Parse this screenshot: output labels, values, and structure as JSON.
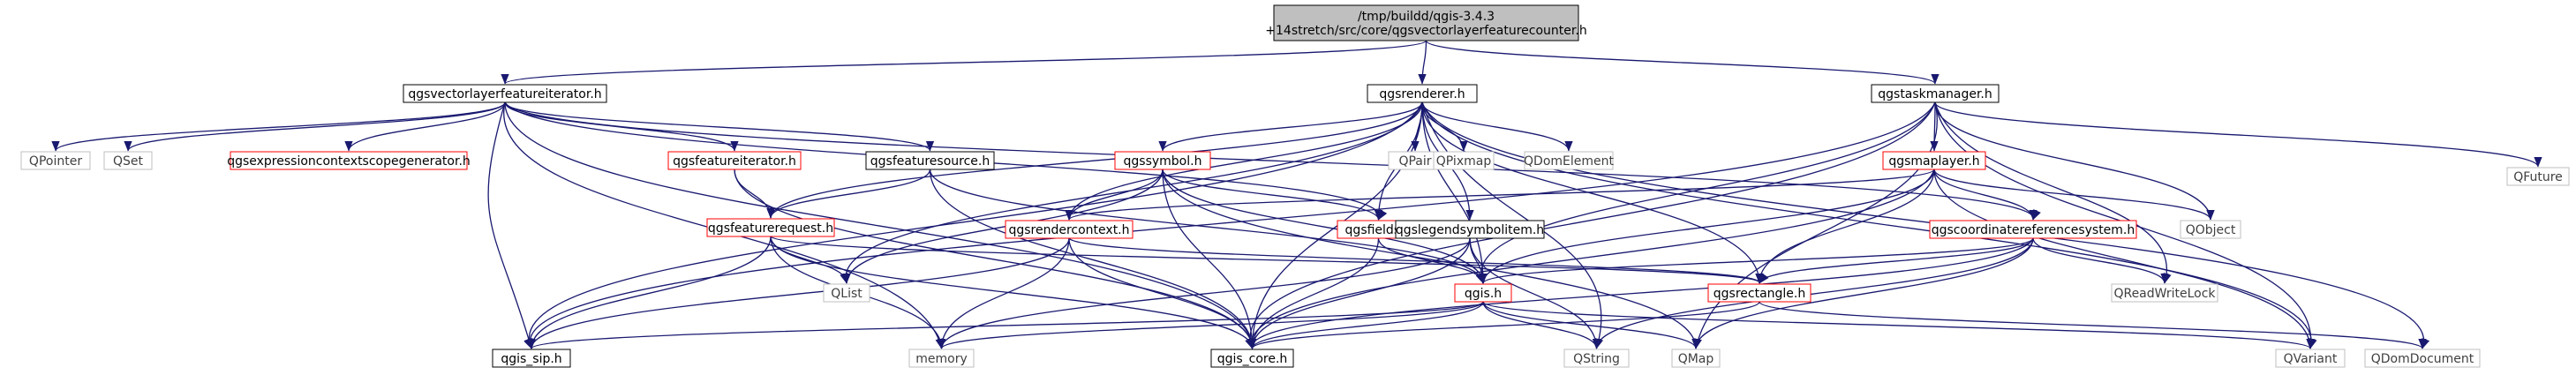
{
  "graph": {
    "root": "/tmp/buildd/qgis-3.4.3\n+14stretch/src/core/qgsvectorlayerfeaturecounter.h",
    "nodes": [
      {
        "id": "root",
        "label": "/tmp/buildd/qgis-3.4.3\n+14stretch/src/core/qgsvectorlayerfeaturecounter.h",
        "style": "focus"
      },
      {
        "id": "vlfi",
        "label": "qgsvectorlayerfeatureiterator.h",
        "style": "doc"
      },
      {
        "id": "renderer",
        "label": "qgsrenderer.h",
        "style": "doc"
      },
      {
        "id": "taskmgr",
        "label": "qgstaskmanager.h",
        "style": "doc"
      },
      {
        "id": "qpointer",
        "label": "QPointer",
        "style": "ext"
      },
      {
        "id": "qset",
        "label": "QSet",
        "style": "ext"
      },
      {
        "id": "exprgen",
        "label": "qgsexpressioncontextscopegenerator.h",
        "style": "trunc"
      },
      {
        "id": "featiter",
        "label": "qgsfeatureiterator.h",
        "style": "trunc"
      },
      {
        "id": "featsrc",
        "label": "qgsfeaturesource.h",
        "style": "doc"
      },
      {
        "id": "symbol",
        "label": "qgssymbol.h",
        "style": "trunc"
      },
      {
        "id": "qpair",
        "label": "QPair",
        "style": "ext"
      },
      {
        "id": "qpixmap",
        "label": "QPixmap",
        "style": "ext"
      },
      {
        "id": "qdomelement",
        "label": "QDomElement",
        "style": "ext"
      },
      {
        "id": "maplayer",
        "label": "qgsmaplayer.h",
        "style": "trunc"
      },
      {
        "id": "qfuture",
        "label": "QFuture",
        "style": "ext"
      },
      {
        "id": "qobject",
        "label": "QObject",
        "style": "ext"
      },
      {
        "id": "featreq",
        "label": "qgsfeaturerequest.h",
        "style": "trunc"
      },
      {
        "id": "rendctx",
        "label": "qgsrendercontext.h",
        "style": "trunc"
      },
      {
        "id": "fields",
        "label": "qgsfields.h",
        "style": "trunc"
      },
      {
        "id": "legsym",
        "label": "qgslegendsymbolitem.h",
        "style": "doc"
      },
      {
        "id": "crs",
        "label": "qgscoordinatereferencesystem.h",
        "style": "trunc"
      },
      {
        "id": "qlist",
        "label": "QList",
        "style": "ext"
      },
      {
        "id": "qgis",
        "label": "qgis.h",
        "style": "trunc"
      },
      {
        "id": "rect",
        "label": "qgsrectangle.h",
        "style": "trunc"
      },
      {
        "id": "qrwlock",
        "label": "QReadWriteLock",
        "style": "ext"
      },
      {
        "id": "qgissip",
        "label": "qgis_sip.h",
        "style": "doc"
      },
      {
        "id": "memory",
        "label": "memory",
        "style": "ext"
      },
      {
        "id": "qgiscore",
        "label": "qgis_core.h",
        "style": "doc"
      },
      {
        "id": "qstring",
        "label": "QString",
        "style": "ext"
      },
      {
        "id": "qmap",
        "label": "QMap",
        "style": "ext"
      },
      {
        "id": "qvariant",
        "label": "QVariant",
        "style": "ext"
      },
      {
        "id": "qdomdoc",
        "label": "QDomDocument",
        "style": "ext"
      }
    ],
    "edges": [
      [
        "root",
        "vlfi"
      ],
      [
        "root",
        "renderer"
      ],
      [
        "root",
        "taskmgr"
      ],
      [
        "vlfi",
        "qpointer"
      ],
      [
        "vlfi",
        "qset"
      ],
      [
        "vlfi",
        "exprgen"
      ],
      [
        "vlfi",
        "featiter"
      ],
      [
        "vlfi",
        "featsrc"
      ],
      [
        "vlfi",
        "fields"
      ],
      [
        "vlfi",
        "crs"
      ],
      [
        "vlfi",
        "qgissip"
      ],
      [
        "vlfi",
        "qgiscore"
      ],
      [
        "vlfi",
        "memory"
      ],
      [
        "renderer",
        "featreq"
      ],
      [
        "renderer",
        "symbol"
      ],
      [
        "renderer",
        "qpair"
      ],
      [
        "renderer",
        "qpixmap"
      ],
      [
        "renderer",
        "qdomelement"
      ],
      [
        "renderer",
        "rendctx"
      ],
      [
        "renderer",
        "fields"
      ],
      [
        "renderer",
        "legsym"
      ],
      [
        "renderer",
        "qgis"
      ],
      [
        "renderer",
        "rect"
      ],
      [
        "renderer",
        "qgiscore"
      ],
      [
        "renderer",
        "qgissip"
      ],
      [
        "renderer",
        "qlist"
      ],
      [
        "renderer",
        "qdomdoc"
      ],
      [
        "renderer",
        "qvariant"
      ],
      [
        "renderer",
        "qstring"
      ],
      [
        "taskmgr",
        "maplayer"
      ],
      [
        "taskmgr",
        "qobject"
      ],
      [
        "taskmgr",
        "qfuture"
      ],
      [
        "taskmgr",
        "qgis"
      ],
      [
        "taskmgr",
        "qgiscore"
      ],
      [
        "taskmgr",
        "qrwlock"
      ],
      [
        "taskmgr",
        "qvariant"
      ],
      [
        "taskmgr",
        "qmap"
      ],
      [
        "taskmgr",
        "qgissip"
      ],
      [
        "featiter",
        "featreq"
      ],
      [
        "featiter",
        "qgiscore"
      ],
      [
        "featsrc",
        "featreq"
      ],
      [
        "featsrc",
        "qgis"
      ],
      [
        "featsrc",
        "qgiscore"
      ],
      [
        "symbol",
        "rendctx"
      ],
      [
        "symbol",
        "fields"
      ],
      [
        "symbol",
        "qgis"
      ],
      [
        "symbol",
        "qgiscore"
      ],
      [
        "symbol",
        "qlist"
      ],
      [
        "symbol",
        "qmap"
      ],
      [
        "maplayer",
        "rendctx"
      ],
      [
        "maplayer",
        "crs"
      ],
      [
        "maplayer",
        "qgis"
      ],
      [
        "maplayer",
        "rect"
      ],
      [
        "maplayer",
        "qobject"
      ],
      [
        "maplayer",
        "qgiscore"
      ],
      [
        "maplayer",
        "qvariant"
      ],
      [
        "featreq",
        "qlist"
      ],
      [
        "featreq",
        "qgissip"
      ],
      [
        "featreq",
        "memory"
      ],
      [
        "featreq",
        "qgiscore"
      ],
      [
        "featreq",
        "rect"
      ],
      [
        "rendctx",
        "qgissip"
      ],
      [
        "rendctx",
        "qgiscore"
      ],
      [
        "rendctx",
        "memory"
      ],
      [
        "rendctx",
        "rect"
      ],
      [
        "fields",
        "qgis"
      ],
      [
        "fields",
        "qgiscore"
      ],
      [
        "legsym",
        "qgis"
      ],
      [
        "legsym",
        "qgiscore"
      ],
      [
        "legsym",
        "memory"
      ],
      [
        "legsym",
        "qstring"
      ],
      [
        "crs",
        "qgis"
      ],
      [
        "crs",
        "rect"
      ],
      [
        "crs",
        "qrwlock"
      ],
      [
        "crs",
        "qgiscore"
      ],
      [
        "crs",
        "qstring"
      ],
      [
        "crs",
        "qmap"
      ],
      [
        "qgis",
        "memory"
      ],
      [
        "qgis",
        "qgissip"
      ],
      [
        "qgis",
        "qgiscore"
      ],
      [
        "qgis",
        "qstring"
      ],
      [
        "qgis",
        "qmap"
      ],
      [
        "qgis",
        "qvariant"
      ],
      [
        "rect",
        "qgiscore"
      ],
      [
        "rect",
        "qdomdoc"
      ]
    ]
  },
  "colors": {
    "edge": "#191970",
    "focus_fill": "#bfbfbf",
    "doc_border": "#000000",
    "trunc_border": "#ff0000",
    "ext_border": "#bfbfbf",
    "ext_text": "#404040",
    "text": "#000000"
  }
}
